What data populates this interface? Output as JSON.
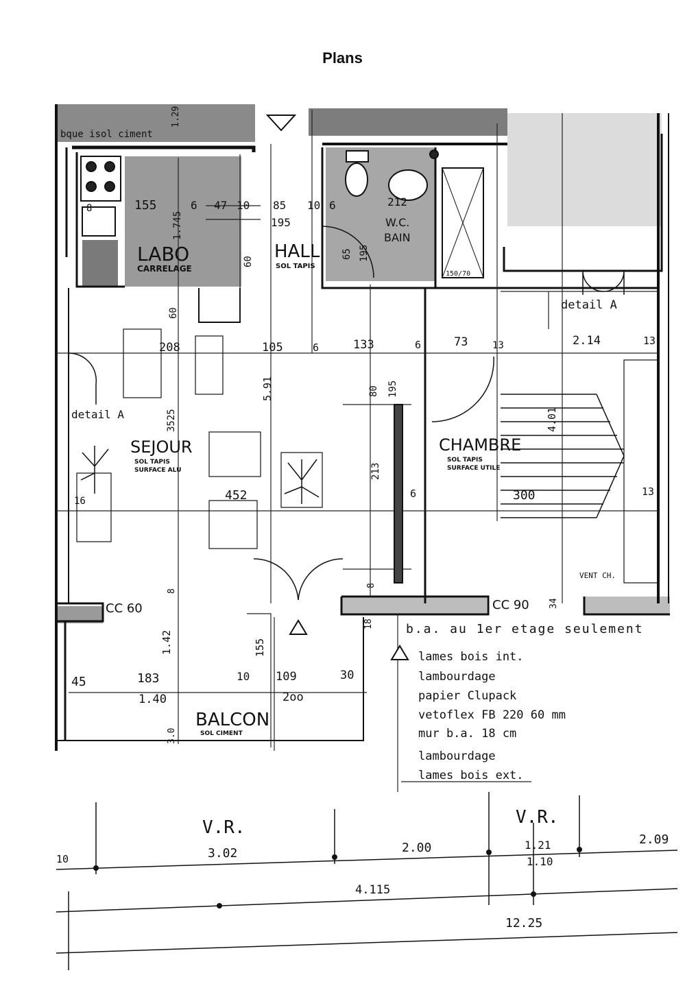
{
  "page": {
    "title": "Plans"
  },
  "rooms": {
    "labo": {
      "name": "LABO",
      "floor": "CARRELAGE"
    },
    "hall": {
      "name": "HALL",
      "floor": "SOL TAPIS"
    },
    "wc_bain": {
      "name_line1": "W.C.",
      "name_line2": "BAIN"
    },
    "sejour": {
      "name": "SEJOUR",
      "floor_line1": "SOL TAPIS",
      "floor_line2": "SURFACE ALU"
    },
    "chambre": {
      "name": "CHAMBRE",
      "floor_line1": "SOL TAPIS",
      "floor_line2": "SURFACE UTILE"
    },
    "balcon": {
      "name": "BALCON",
      "floor": "SOL CIMENT"
    }
  },
  "labels": {
    "top_left": "bque isol ciment",
    "detail_a_right": "detail A",
    "detail_a_left": "detail A",
    "cc60": "CC 60",
    "cc90": "CC 90",
    "vent": "VENT CH.",
    "ba_note": "b.a. au 1er etage seulement"
  },
  "dimensions": {
    "d155": "155",
    "d6a": "6",
    "d47": "47",
    "d10a": "10",
    "d85": "85",
    "d10b": "10",
    "d6b": "6",
    "d195a": "195",
    "d1745": "1.745",
    "d60a": "60",
    "d212": "212",
    "d8a": "8",
    "d65": "65",
    "d195b": "195",
    "d150_70": "150/70",
    "d208": "208",
    "d105": "105",
    "d6c": "6",
    "d133": "133",
    "d6d": "6",
    "d73": "73",
    "d13a": "13",
    "d214": "2.14",
    "d13b": "13",
    "d60b": "60",
    "d591": "5.91",
    "d3525": "3525",
    "d80": "80",
    "d195c": "195",
    "d401": "4.01",
    "d452": "452",
    "d213": "213",
    "d6e": "6",
    "d300": "300",
    "d13c": "13",
    "d16": "16",
    "d8b": "8",
    "d8c": "8",
    "d34": "34",
    "d18": "18",
    "d45": "45",
    "d183": "183",
    "d140": "1.40",
    "d142": "1.42",
    "d155b": "155",
    "d10c": "10",
    "d109": "109",
    "d200a": "2oo",
    "d30": "30",
    "d30b": "3.0",
    "d129": "1.29"
  },
  "legend": {
    "items": [
      "lames bois int.",
      "lambourdage",
      "papier Clupack",
      "vetoflex FB 220 60 mm",
      "mur b.a. 18 cm",
      "lambourdage",
      "lames bois ext."
    ]
  },
  "bottom": {
    "vr1": "V.R.",
    "vr2": "V.R.",
    "s302": "3.02",
    "s200": "2.00",
    "s121": "1.21",
    "s110": "1.10",
    "s209": "2.09",
    "s10": "10",
    "s4115": "4.115",
    "s1225": "12.25"
  }
}
